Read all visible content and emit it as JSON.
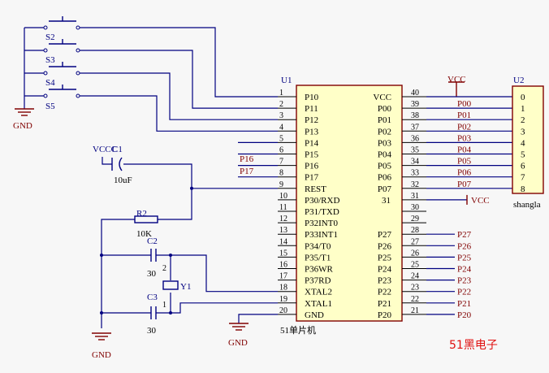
{
  "u1": {
    "ref": "U1",
    "name": "51单片机",
    "left_pins": [
      {
        "num": "1",
        "name": "P10"
      },
      {
        "num": "2",
        "name": "P11"
      },
      {
        "num": "3",
        "name": "P12"
      },
      {
        "num": "4",
        "name": "P13"
      },
      {
        "num": "5",
        "name": "P14"
      },
      {
        "num": "6",
        "name": "P15"
      },
      {
        "num": "7",
        "name": "P16"
      },
      {
        "num": "8",
        "name": "P17"
      },
      {
        "num": "9",
        "name": "REST"
      },
      {
        "num": "10",
        "name": "P30/RXD"
      },
      {
        "num": "11",
        "name": "P31/TXD"
      },
      {
        "num": "12",
        "name": "P32INT0"
      },
      {
        "num": "13",
        "name": "P33INT1"
      },
      {
        "num": "14",
        "name": "P34/T0"
      },
      {
        "num": "15",
        "name": "P35/T1"
      },
      {
        "num": "16",
        "name": "P36WR"
      },
      {
        "num": "17",
        "name": "P37RD"
      },
      {
        "num": "18",
        "name": "XTAL2"
      },
      {
        "num": "19",
        "name": "XTAL1"
      },
      {
        "num": "20",
        "name": "GND"
      }
    ],
    "right_pins": [
      {
        "num": "40",
        "name": "VCC"
      },
      {
        "num": "39",
        "name": "P00"
      },
      {
        "num": "38",
        "name": "P01"
      },
      {
        "num": "37",
        "name": "P02"
      },
      {
        "num": "36",
        "name": "P03"
      },
      {
        "num": "35",
        "name": "P04"
      },
      {
        "num": "34",
        "name": "P05"
      },
      {
        "num": "33",
        "name": "P06"
      },
      {
        "num": "32",
        "name": "P07"
      },
      {
        "num": "31",
        "name": ""
      },
      {
        "num": "30",
        "name": ""
      },
      {
        "num": "29",
        "name": ""
      },
      {
        "num": "28",
        "name": "P27"
      },
      {
        "num": "27",
        "name": "P26"
      },
      {
        "num": "26",
        "name": "P25"
      },
      {
        "num": "25",
        "name": "P24"
      },
      {
        "num": "24",
        "name": "P23"
      },
      {
        "num": "23",
        "name": "P22"
      },
      {
        "num": "22",
        "name": "P21"
      },
      {
        "num": "21",
        "name": "P20"
      }
    ],
    "inner_31": "31"
  },
  "right_nets": [
    "",
    "P00",
    "P01",
    "P02",
    "P03",
    "P04",
    "P05",
    "P06",
    "P07",
    "VCC",
    "",
    "",
    "P27",
    "P26",
    "P25",
    "P24",
    "P23",
    "P22",
    "P21",
    "P20"
  ],
  "left_nets": {
    "p16": "P16",
    "p17": "P17"
  },
  "u2": {
    "ref": "U2",
    "name": "shangla",
    "pins": [
      "0",
      "1",
      "2",
      "3",
      "4",
      "5",
      "6",
      "7",
      "8"
    ]
  },
  "vcc_u2": "VCC",
  "switches": [
    "S2",
    "S3",
    "S4",
    "S5"
  ],
  "gnd_labels": [
    "GND",
    "GND",
    "GND"
  ],
  "c1": {
    "ref": "C1",
    "value": "10uF",
    "vcc": "VCCC"
  },
  "r2": {
    "ref": "R2",
    "value": "10K"
  },
  "c2": {
    "ref": "C2",
    "value": "30"
  },
  "c3": {
    "ref": "C3",
    "value": "30"
  },
  "y1": {
    "ref": "Y1",
    "pin_a": "2",
    "pin_b": "1"
  },
  "brand": "51黑电子"
}
